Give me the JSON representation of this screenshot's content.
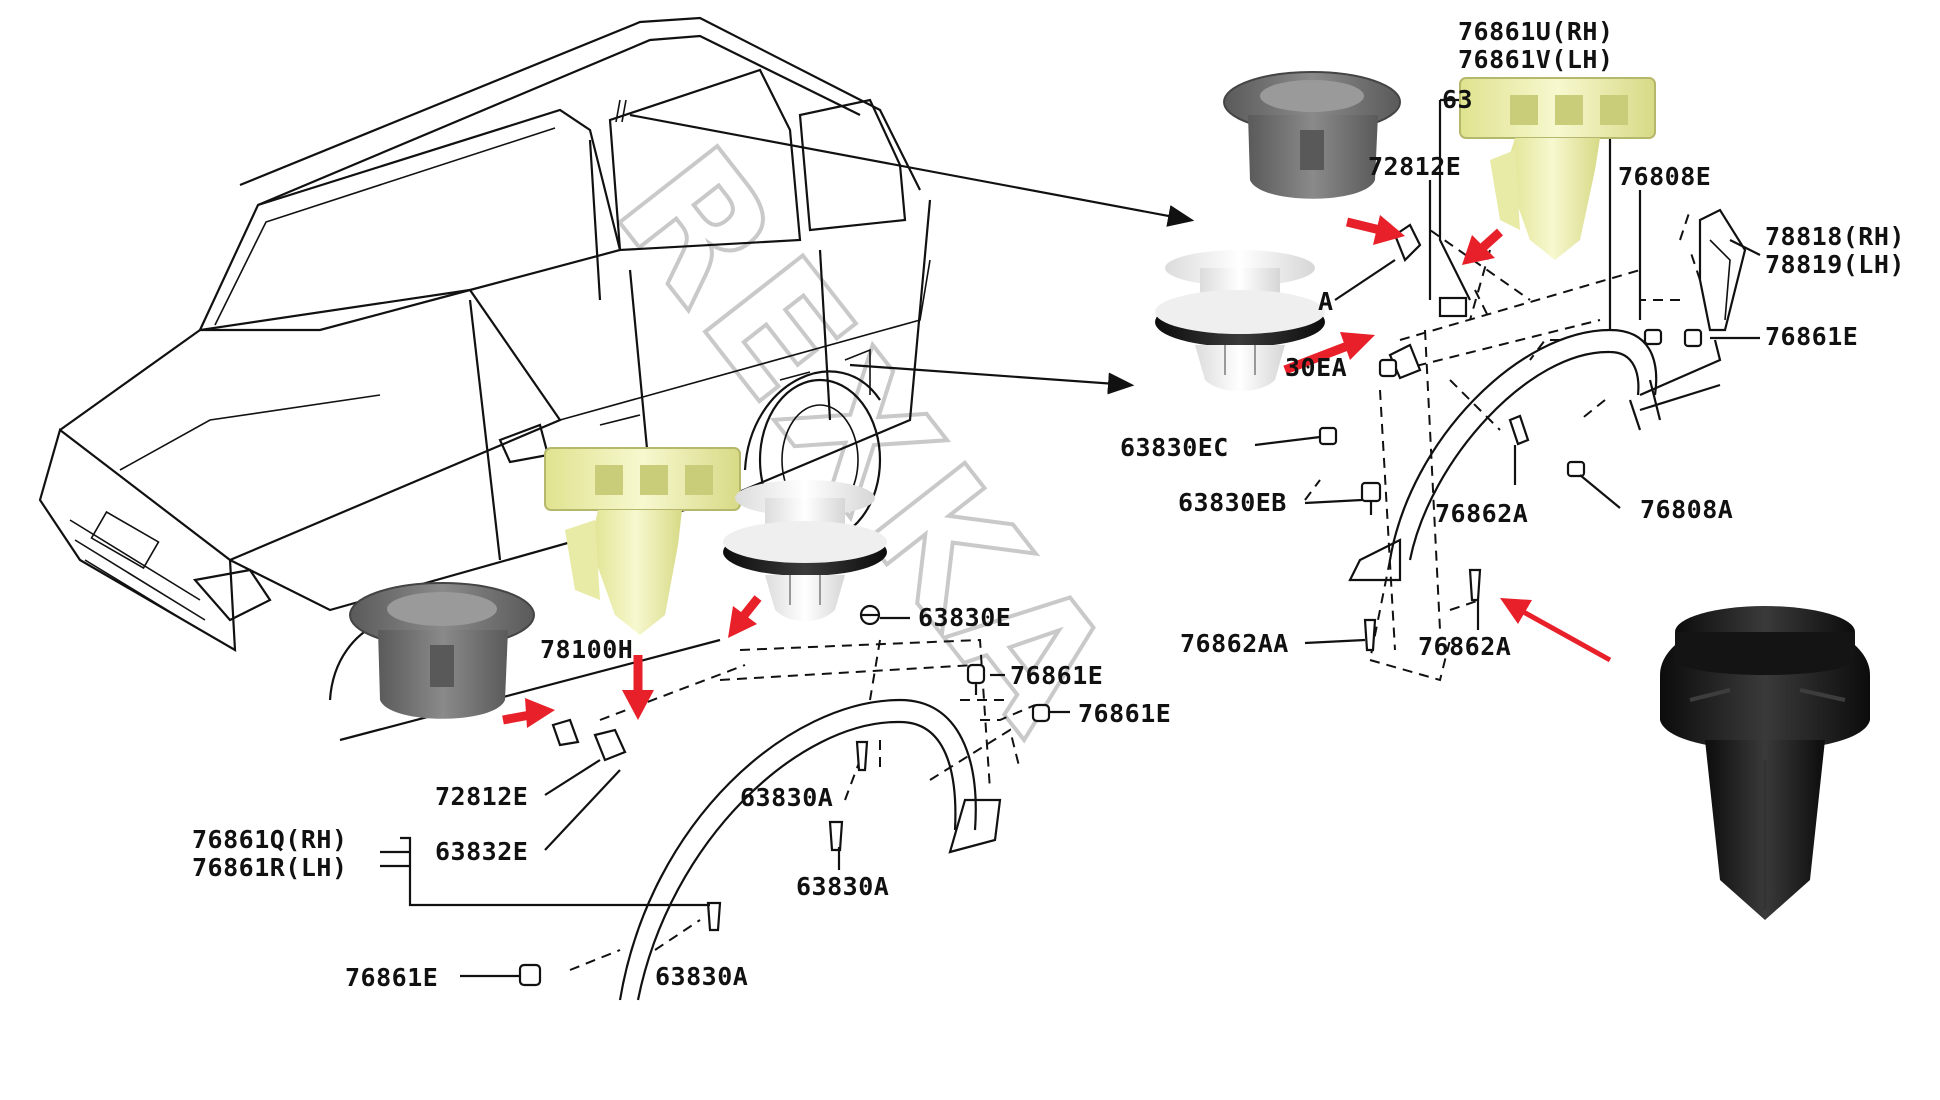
{
  "watermark": "REXKA",
  "labels": {
    "l_76861U": "76861U(RH)",
    "l_76861V": "76861V(LH)",
    "l_72812E_top": "72812E",
    "l_63_partial": "63",
    "l_76808E": "76808E",
    "l_78818": "78818(RH)",
    "l_78819": "78819(LH)",
    "l_76861E_r": "76861E",
    "l_30EA": "30EA",
    "l_A_partial": "A",
    "l_63830EC": "63830EC",
    "l_63830EB": "63830EB",
    "l_76862A_1": "76862A",
    "l_76808A": "76808A",
    "l_76862AA": "76862AA",
    "l_76862A_2": "76862A",
    "l_78100H": "78100H",
    "l_63830E": "63830E",
    "l_76861E_a": "76861E",
    "l_76861E_b": "76861E",
    "l_72812E_bot": "72812E",
    "l_63830A_1": "63830A",
    "l_76861Q": "76861Q(RH)",
    "l_63832E": "63832E",
    "l_76861R": "76861R(LH)",
    "l_63830A_2": "63830A",
    "l_76861E_c": "76861E",
    "l_63830A_3": "63830A"
  },
  "colors": {
    "arrow_red": "#e8202a",
    "clip_grey": "#6e6e6e",
    "clip_yellow": "#eef0b0",
    "clip_white": "#f4f4f4",
    "clip_black": "#1c1c1c"
  }
}
